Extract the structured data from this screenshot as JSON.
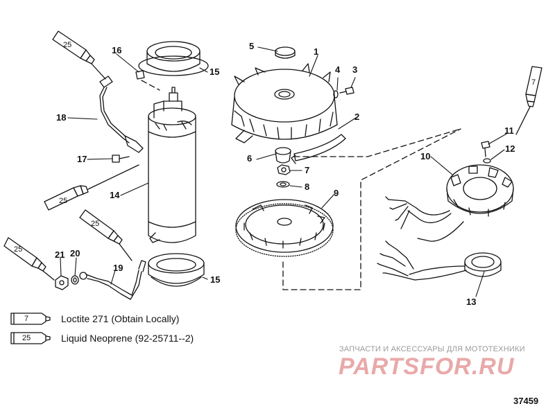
{
  "callouts": {
    "c1": "1",
    "c2": "2",
    "c3": "3",
    "c4": "4",
    "c5": "5",
    "c6": "6",
    "c7": "7",
    "c8": "8",
    "c9": "9",
    "c10": "10",
    "c11": "11",
    "c12": "12",
    "c13": "13",
    "c14": "14",
    "c15a": "15",
    "c15b": "15",
    "c16": "16",
    "c17": "17",
    "c18": "18",
    "c19": "19",
    "c20": "20",
    "c21": "21"
  },
  "tube_numbers": {
    "t1": "25",
    "t2": "25",
    "t3": "25",
    "t4": "25",
    "t5": "7"
  },
  "legend": {
    "items": [
      {
        "tube": "7",
        "text": "Loctite 271 (Obtain Locally)"
      },
      {
        "tube": "25",
        "text": "Liquid Neoprene (92-25711--2)"
      }
    ]
  },
  "watermark": {
    "top": "ЗАПЧАСТИ И АКСЕССУАРЫ ДЛЯ МОТОТЕХНИКИ",
    "logo": "PARTSFOR.RU"
  },
  "figure_number": "37459",
  "colors": {
    "ink": "#111111",
    "watermark_logo": "#e9a9a9",
    "watermark_text": "#9a9a9a"
  }
}
